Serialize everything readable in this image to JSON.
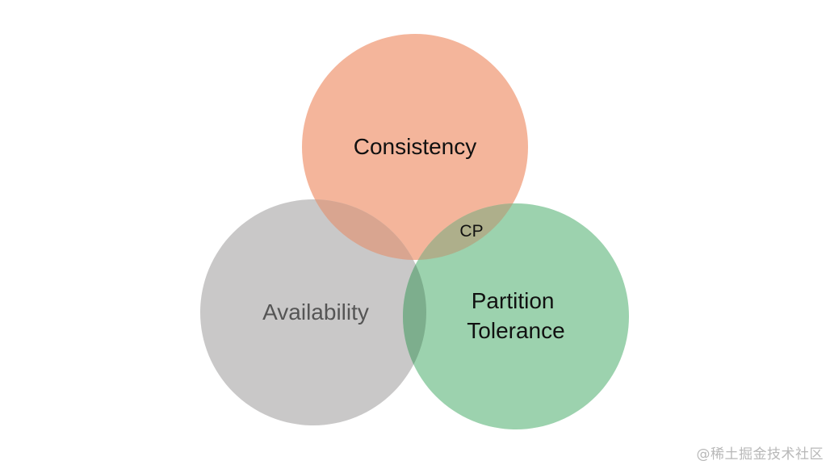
{
  "diagram": {
    "type": "venn",
    "sets": [
      {
        "key": "consistency",
        "label": "Consistency",
        "color": "#f4b59b"
      },
      {
        "key": "availability",
        "label": "Availability",
        "color": "#c9c8c8"
      },
      {
        "key": "partition",
        "label_lines": [
          "Partition",
          "Tolerance"
        ],
        "color": "#9cd2ae"
      }
    ],
    "intersection_label": "CP",
    "colors": {
      "overlap_consistency_availability": "#d9a590",
      "overlap_consistency_partition": "#aeaf8b",
      "overlap_availability_partition": "#7dae8d",
      "label_dark": "#111111",
      "label_availability": "#555555"
    }
  },
  "watermark": "@稀土掘金技术社区"
}
